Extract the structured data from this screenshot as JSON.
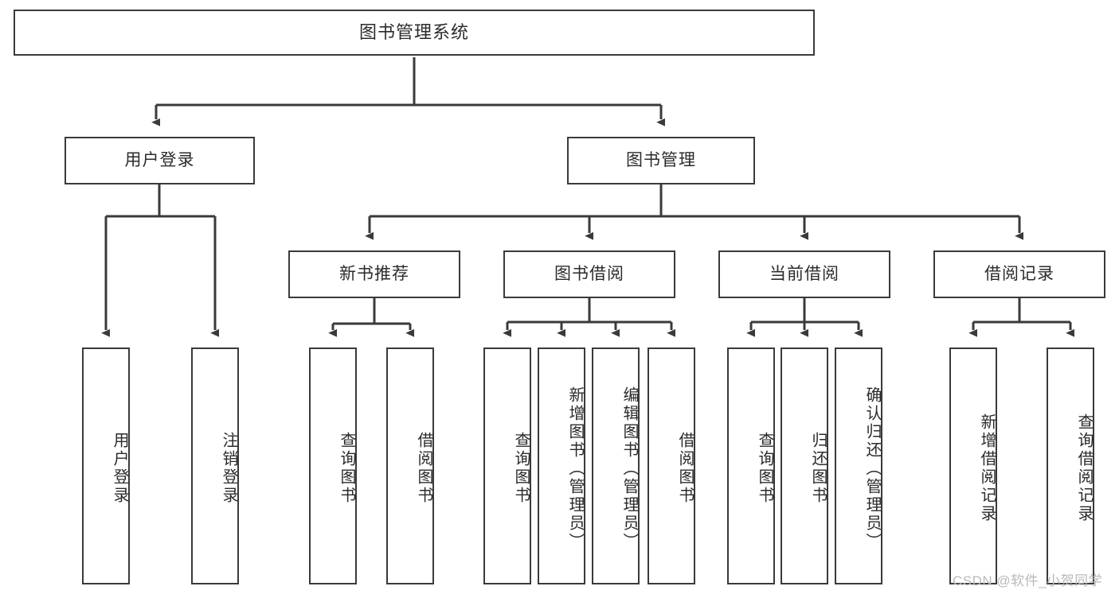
{
  "diagram": {
    "type": "tree",
    "title": "图书管理系统",
    "root": {
      "label": "图书管理系统"
    },
    "level1": [
      {
        "label": "用户登录"
      },
      {
        "label": "图书管理"
      }
    ],
    "level2": [
      {
        "label": "新书推荐",
        "parent": "图书管理"
      },
      {
        "label": "图书借阅",
        "parent": "图书管理"
      },
      {
        "label": "当前借阅",
        "parent": "图书管理"
      },
      {
        "label": "借阅记录",
        "parent": "图书管理"
      }
    ],
    "leaves": {
      "user_login": [
        {
          "label": "用户登录"
        },
        {
          "label": "注销登录"
        }
      ],
      "new_book_recommend": [
        {
          "label": "查询图书"
        },
        {
          "label": "借阅图书"
        }
      ],
      "book_borrow": [
        {
          "label": "查询图书"
        },
        {
          "label": "新增图书（管理员）"
        },
        {
          "label": "编辑图书（管理员）"
        },
        {
          "label": "借阅图书"
        }
      ],
      "current_borrow": [
        {
          "label": "查询图书"
        },
        {
          "label": "归还图书"
        },
        {
          "label": "确认归还（管理员）"
        }
      ],
      "borrow_record": [
        {
          "label": "新增借阅记录"
        },
        {
          "label": "查询借阅记录"
        }
      ]
    }
  },
  "watermark": {
    "text": "CSDN @软件_小贺同学"
  },
  "colors": {
    "stroke": "#3a3a3a",
    "background": "#ffffff",
    "text": "#2b2b2b",
    "watermark": "#b9b9b9"
  }
}
